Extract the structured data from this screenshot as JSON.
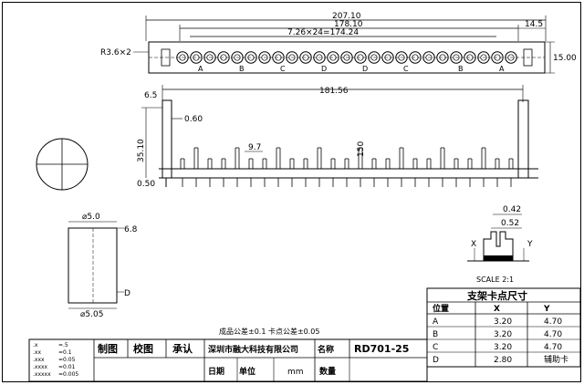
{
  "top_view": {
    "dim_overall": "207.10",
    "dim_inner": "178.10",
    "dim_right": "14.5",
    "dim_pitch": "7.26×24=174.24",
    "dim_height": "15.00",
    "radius_label": "R3.6×2",
    "pin_letters": [
      "A",
      "B",
      "C",
      "D",
      "D",
      "C",
      "B",
      "A"
    ]
  },
  "side_view": {
    "dim_left": "6.5",
    "dim_length": "181.56",
    "dim_thickness": "0.60",
    "dim_height": "35.10",
    "dim_base": "0.50",
    "dim_pin_a": "9.7",
    "dim_pin_b": "150"
  },
  "pin_detail": {
    "dia_top": "⌀5.0",
    "dia_bottom": "⌀5.05",
    "dim_right_top": "6.8",
    "dim_right_bottom": "D"
  },
  "scale_detail": {
    "dim_top": "0.42",
    "dim_mid": "0.52",
    "label_x": "X",
    "label_y": "Y",
    "scale": "SCALE 2:1"
  },
  "tolerance_note": "成品公差±0.1  卡点公差±0.05",
  "table": {
    "title": "支架卡点尺寸",
    "headers": [
      "位置",
      "X",
      "Y"
    ],
    "rows": [
      [
        "A",
        "3.20",
        "4.70"
      ],
      [
        "B",
        "3.20",
        "4.70"
      ],
      [
        "C",
        "3.20",
        "4.70"
      ],
      [
        "D",
        "2.80",
        "辅助卡"
      ]
    ]
  },
  "title_block": {
    "tolerances": [
      [
        ".x",
        "=.5"
      ],
      [
        ".xx",
        "=0.1"
      ],
      [
        ".xxx",
        "=0.05"
      ],
      [
        ".xxxx",
        "=0.01"
      ],
      [
        ".xxxxx",
        "=0.005"
      ]
    ],
    "drawn": "制图",
    "checked": "校图",
    "approved": "承认",
    "company": "深圳市融大科技有限公司",
    "name_label": "名称",
    "part_no": "RD701-25",
    "date_label": "日期",
    "unit_label": "单位",
    "unit": "mm",
    "qty_label": "数量"
  }
}
